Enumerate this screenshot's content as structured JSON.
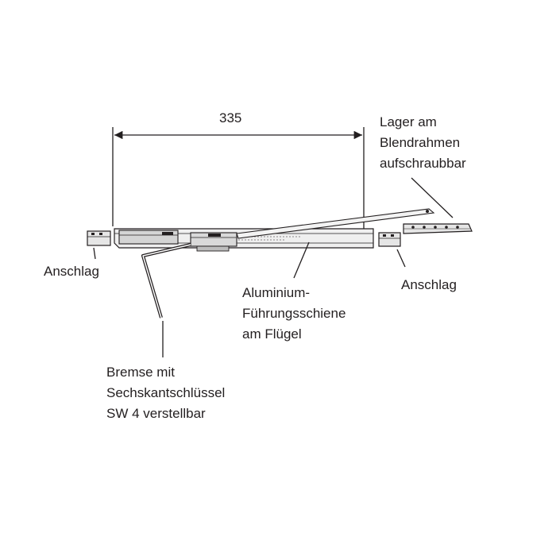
{
  "dimension": {
    "value": "335"
  },
  "labels": {
    "bearing": [
      "Lager am",
      "Blendrahmen",
      "aufschraubbar"
    ],
    "stop_left": [
      "Anschlag"
    ],
    "stop_right": [
      "Anschlag"
    ],
    "rail": [
      "Aluminium-",
      "Führungsschiene",
      "am Flügel"
    ],
    "brake": [
      "Bremse mit",
      "Sechskantschlüssel",
      "SW 4 verstellbar"
    ]
  },
  "colors": {
    "line": "#231f20",
    "part_fill": "#e6e6e6",
    "part_dark": "#bdbdbd"
  }
}
